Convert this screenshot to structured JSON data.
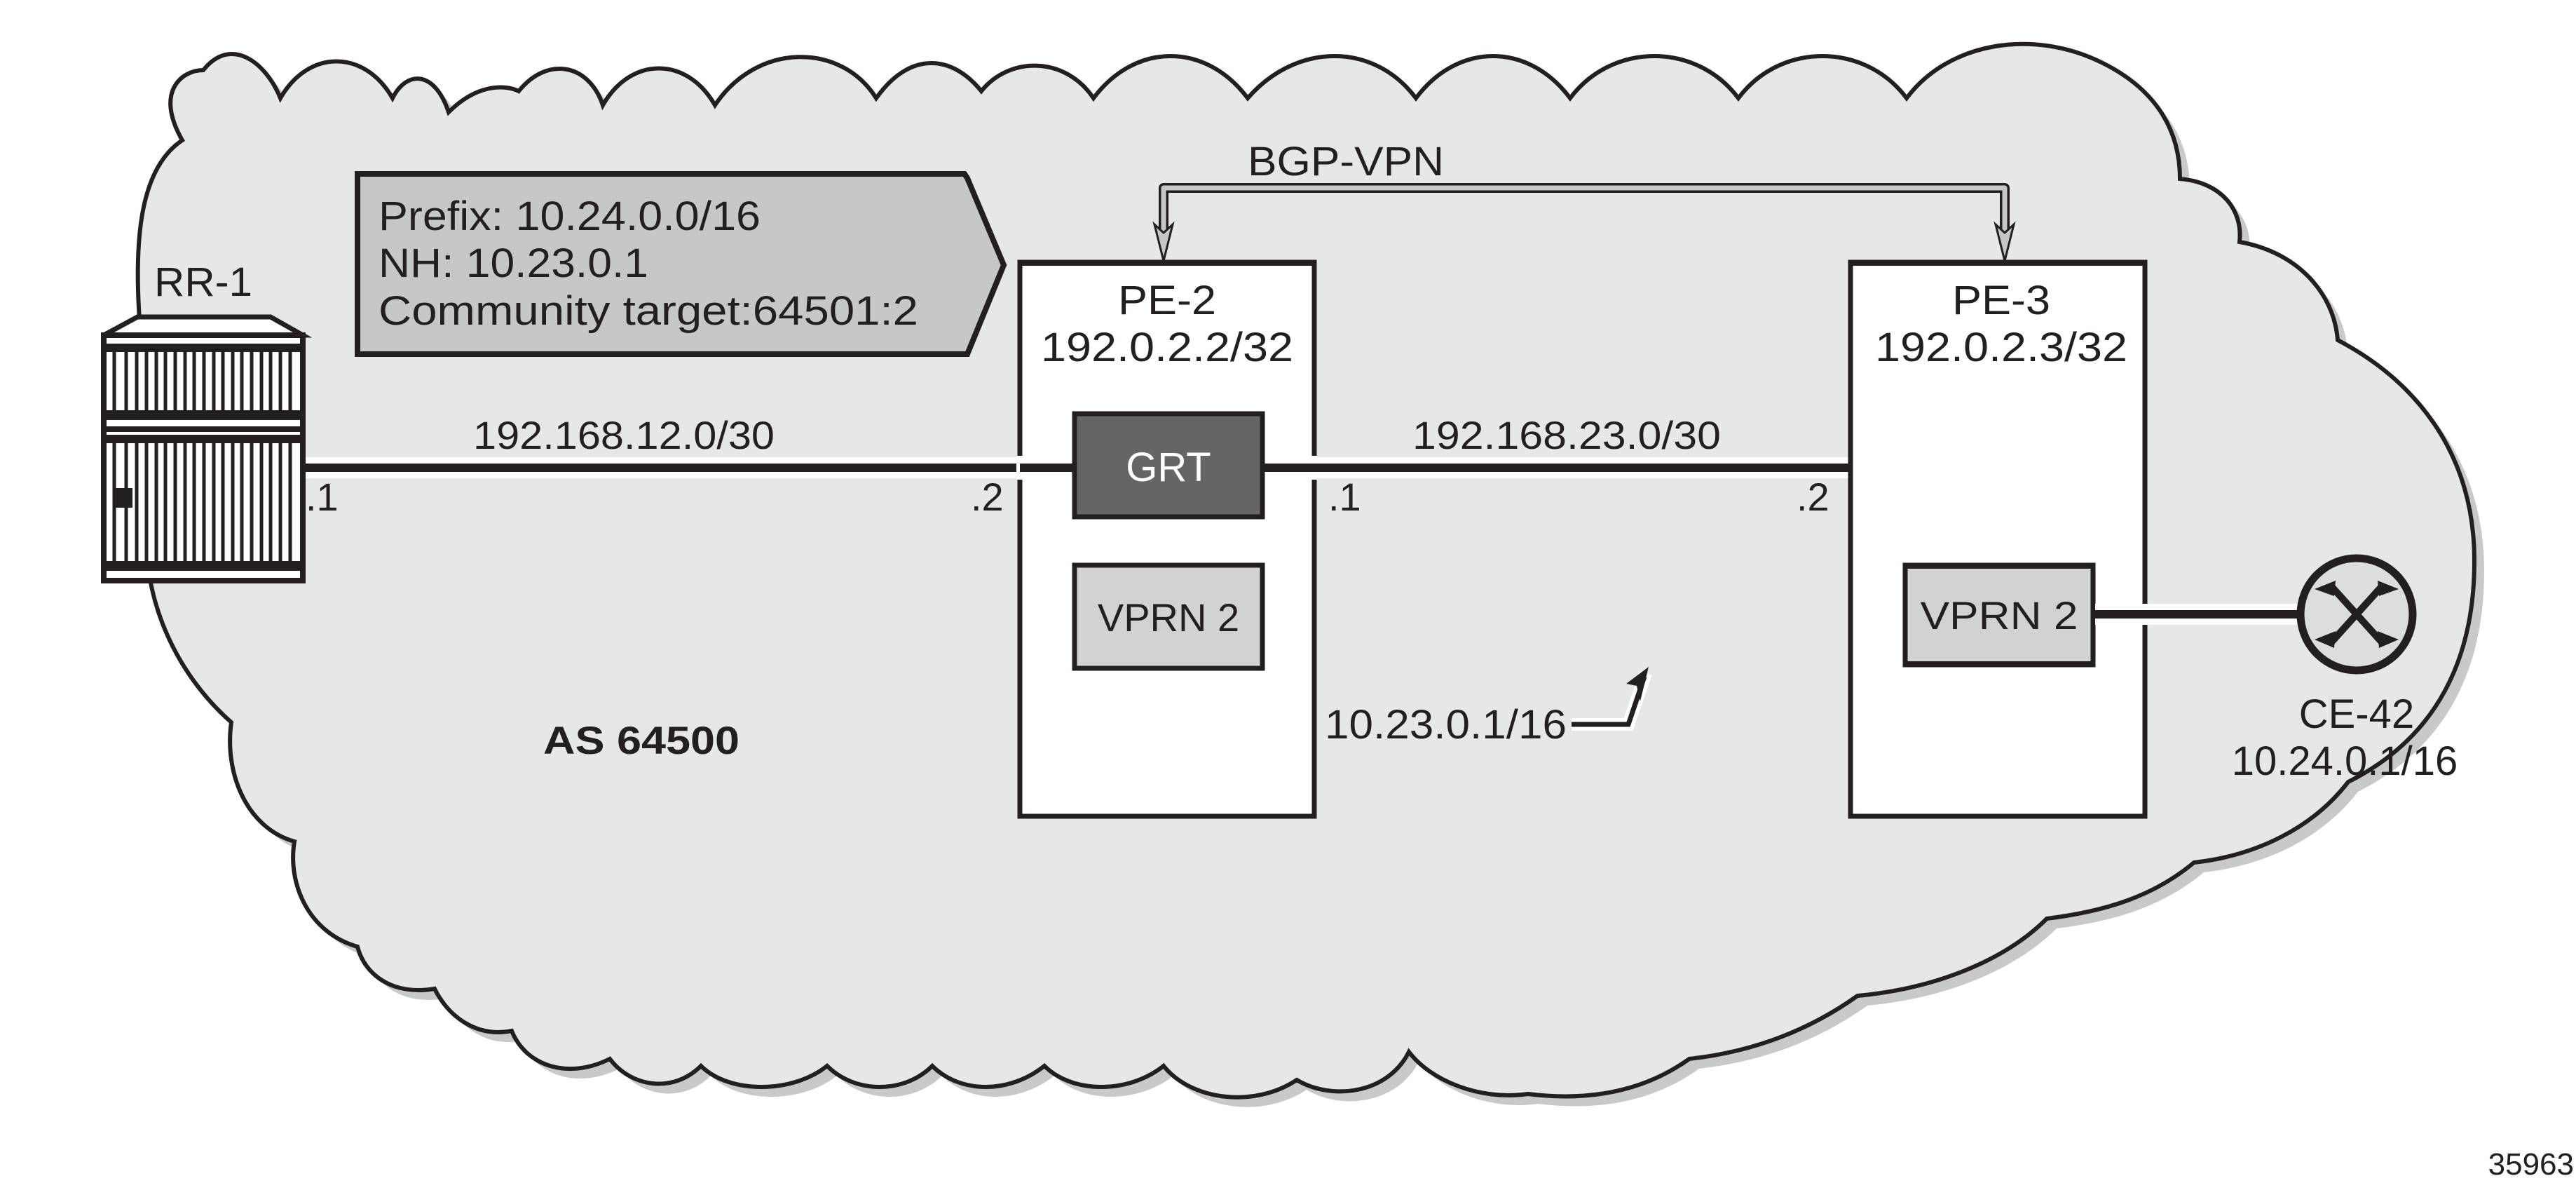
{
  "diagram": {
    "figure_id": "35963",
    "as_label": "AS 64500",
    "bgp_session_label": "BGP-VPN",
    "route_callout": {
      "lines": [
        "Prefix: 10.24.0.0/16",
        "NH: 10.23.0.1",
        "Community target:64501:2"
      ]
    },
    "nodes": {
      "rr1": {
        "name": "RR-1",
        "icon": "router-chassis-icon"
      },
      "pe2": {
        "name": "PE-2",
        "address": "192.0.2.2/32",
        "grt_label": "GRT",
        "vprn_label": "VPRN 2"
      },
      "pe3": {
        "name": "PE-3",
        "address": "192.0.2.3/32",
        "vprn_label": "VPRN 2"
      },
      "ce42": {
        "name": "CE-42",
        "address": "10.24.0.1/16",
        "icon": "router-icon"
      }
    },
    "links": [
      {
        "subnet": "192.168.12.0/30",
        "left_if": ".1",
        "right_if": ".2"
      },
      {
        "subnet": "192.168.23.0/30",
        "left_if": ".1",
        "right_if": ".2"
      }
    ],
    "vprn_interface_annotation": "10.23.0.1/16",
    "colors": {
      "cloud_fill": "#e6e7e9",
      "cloud_shadow": "#c8c9cb",
      "callout_fill": "#c6c7c9",
      "grt_fill": "#646567",
      "vprn_fill": "#d1d2d4",
      "outline": "#231f20",
      "node_box": "#ffffff"
    }
  }
}
